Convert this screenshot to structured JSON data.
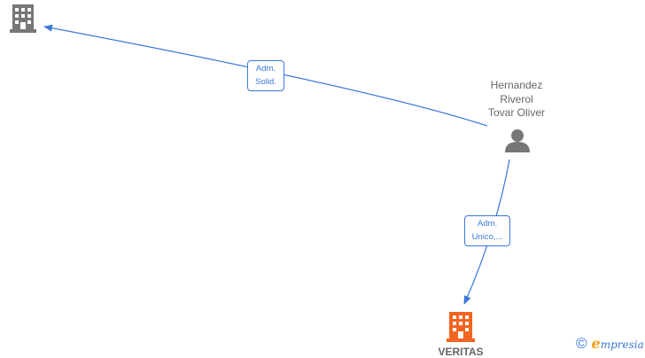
{
  "nodes": {
    "company_top": {
      "name": "",
      "icon": "building-icon",
      "color": "#777777"
    },
    "person": {
      "name_lines": [
        "Hernandez",
        "Riverol",
        "Tovar Oliver"
      ],
      "icon": "person-icon",
      "color": "#777777"
    },
    "company_bottom": {
      "name": "VERITAS",
      "icon": "building-icon",
      "color": "#f26522"
    }
  },
  "edges": [
    {
      "from": "person",
      "to": "company_top",
      "label_lines": [
        "Adm.",
        "Solid."
      ]
    },
    {
      "from": "person",
      "to": "company_bottom",
      "label_lines": [
        "Adm.",
        "Unico,..."
      ]
    }
  ],
  "branding": {
    "copyright_symbol": "©",
    "name_initial": "e",
    "name_rest": "mpresia"
  },
  "colors": {
    "edge": "#3a78d8",
    "accent": "#f26522"
  }
}
